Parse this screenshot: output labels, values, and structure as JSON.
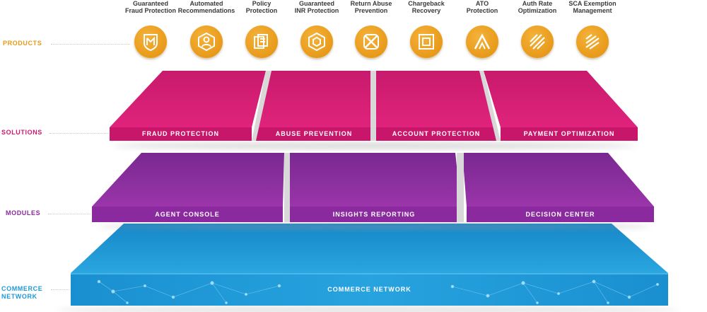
{
  "colors": {
    "products": "#e89a1a",
    "solutions": "#d1186f",
    "modules": "#8b2a9e",
    "network": "#1e9ad6"
  },
  "layers": {
    "products": "PRODUCTS",
    "solutions": "SOLUTIONS",
    "modules": "MODULES",
    "network_line1": "COMMERCE",
    "network_line2": "NETWORK"
  },
  "products": [
    {
      "label": "Guaranteed\nFraud Protection",
      "icon": "shield-m-icon"
    },
    {
      "label": "Automated\nRecommendations",
      "icon": "person-hexagon-icon"
    },
    {
      "label": "Policy\nProtection",
      "icon": "stacked-pages-icon"
    },
    {
      "label": "Guaranteed\nINR Protection",
      "icon": "puzzle-hexagon-icon"
    },
    {
      "label": "Return Abuse\nPrevention",
      "icon": "return-knot-icon"
    },
    {
      "label": "Chargeback\nRecovery",
      "icon": "nested-squares-icon"
    },
    {
      "label": "ATO\nProtection",
      "icon": "chevron-up-icon"
    },
    {
      "label": "Auth Rate\nOptimization",
      "icon": "diagonal-stripes-icon"
    },
    {
      "label": "SCA Exemption\nManagement",
      "icon": "slanted-stripes-icon"
    }
  ],
  "solutions": [
    "FRAUD PROTECTION",
    "ABUSE PREVENTION",
    "ACCOUNT PROTECTION",
    "PAYMENT OPTIMIZATION"
  ],
  "modules": [
    "AGENT CONSOLE",
    "INSIGHTS REPORTING",
    "DECISION CENTER"
  ],
  "network_label": "COMMERCE NETWORK"
}
